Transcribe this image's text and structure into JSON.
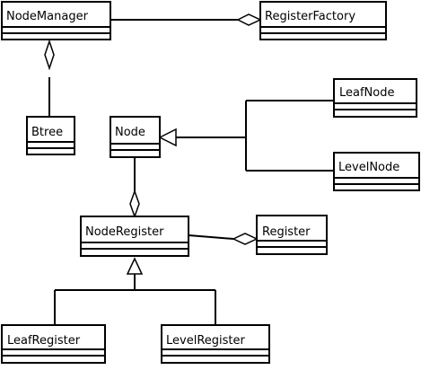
{
  "classes": {
    "node_manager": "NodeManager",
    "register_factory": "RegisterFactory",
    "leaf_node": "LeafNode",
    "btree": "Btree",
    "node": "Node",
    "level_node": "LevelNode",
    "node_register": "NodeRegister",
    "register": "Register",
    "leaf_register": "LeafRegister",
    "level_register": "LevelRegister"
  },
  "colors": {
    "line": "#000000",
    "box_fill": "#ffffff"
  }
}
